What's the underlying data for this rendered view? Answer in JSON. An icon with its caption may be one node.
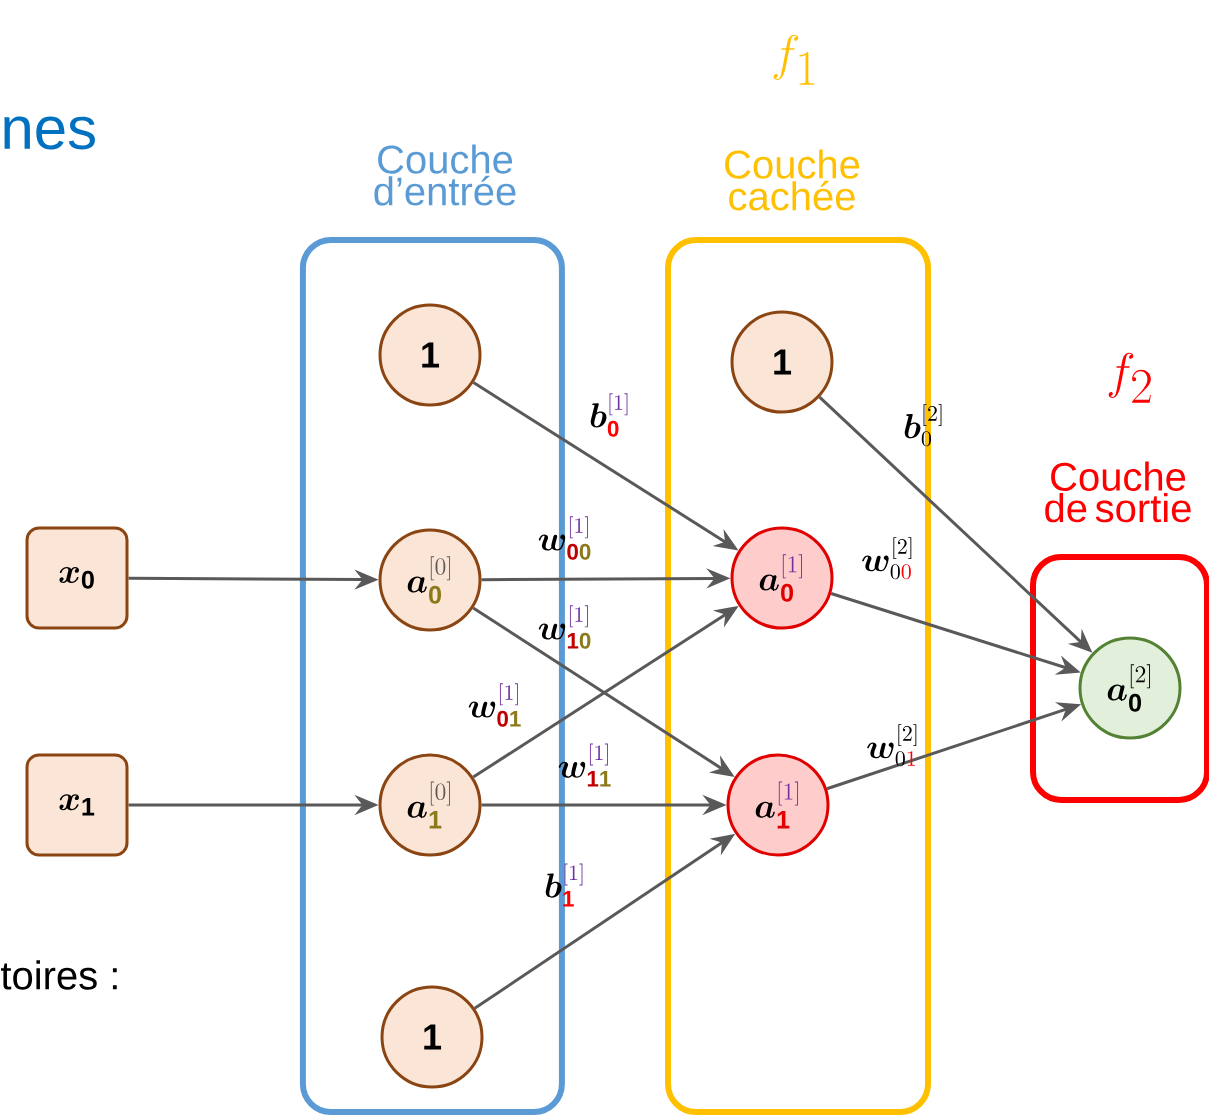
{
  "diagram": {
    "nodes": [
      {
        "text": [
          "Couche d’entrée"
        ]
      },
      {
        "text": [
          "f_{1}",
          "Couche cachée"
        ]
      },
      {
        "text": [
          "f_{2}",
          "Couche de sortie"
        ]
      },
      {
        "text": [
          "\\boldsymbol{x}_{\\mathbf{0}}"
        ]
      },
      {
        "text": [
          "\\boldsymbol{x}_{\\mathbf{1}}"
        ]
      },
      {
        "text": [
          "\\mathbf{1}"
        ],
        "in": 0
      },
      {
        "text": [
          "\\boldsymbol{a}^{\\textcolor[HTML]{595959}{[0]}}_{\\textcolor[HTML]{8B7A1A}{\\mathbf{0}}}"
        ],
        "in": 0
      },
      {
        "text": [
          "\\boldsymbol{a}^{\\textcolor[HTML]{595959}{[0]}}_{\\textcolor[HTML]{8B7A1A}{\\mathbf{1}}}"
        ],
        "in": 0
      },
      {
        "text": [
          "\\mathbf{1}"
        ],
        "in": 0
      },
      {
        "text": [
          "\\mathbf{1}"
        ],
        "in": 1
      },
      {
        "text": [
          "\\boldsymbol{a}^{\\textcolor[HTML]{7030A0}{[1]}}_{\\textcolor[HTML]{E00000}{\\mathbf{0}}}"
        ],
        "in": 1
      },
      {
        "text": [
          "\\boldsymbol{a}^{\\textcolor[HTML]{7030A0}{[1]}}_{\\textcolor[HTML]{E00000}{\\mathbf{1}}}"
        ],
        "in": 1
      },
      {
        "text": [
          "\\boldsymbol{a}^{[2]}_{\\mathbf{0}}"
        ],
        "in": 2
      }
    ],
    "edges": [
      {
        "from": 3,
        "to": 6,
        "arrow": "to"
      },
      {
        "from": 4,
        "to": 7,
        "arrow": "to"
      },
      {
        "from": 5,
        "to": 10,
        "arrow": "to",
        "label": "\\boldsymbol{b}^{\\textcolor[HTML]{7030A0}{[1]}}_{\\textcolor{red}{\\mathbf{0}}}"
      },
      {
        "from": 6,
        "to": 10,
        "arrow": "to",
        "label": "\\boldsymbol{w}^{\\textcolor[HTML]{7030A0}{[1]}}_{\\textcolor[HTML]{C00000}{\\mathbf{0}}\\textcolor[HTML]{8B7A1A}{\\mathbf{0}}}"
      },
      {
        "from": 6,
        "to": 11,
        "arrow": "to",
        "label": "\\boldsymbol{w}^{\\textcolor[HTML]{7030A0}{[1]}}_{\\textcolor[HTML]{C00000}{\\mathbf{1}}\\textcolor[HTML]{8B7A1A}{\\mathbf{0}}}"
      },
      {
        "from": 7,
        "to": 10,
        "arrow": "to",
        "label": "\\boldsymbol{w}^{\\textcolor[HTML]{7030A0}{[1]}}_{\\textcolor[HTML]{C00000}{\\mathbf{0}}\\textcolor[HTML]{8B7A1A}{\\mathbf{1}}}"
      },
      {
        "from": 7,
        "to": 11,
        "arrow": "to",
        "label": "\\boldsymbol{w}^{\\textcolor[HTML]{7030A0}{[1]}}_{\\textcolor[HTML]{C00000}{\\mathbf{1}}\\textcolor[HTML]{8B7A1A}{\\mathbf{1}}}"
      },
      {
        "from": 8,
        "to": 11,
        "arrow": "to",
        "label": "\\boldsymbol{b}^{\\textcolor[HTML]{7030A0}{[1]}}_{\\textcolor{red}{\\mathbf{1}}}"
      },
      {
        "from": 9,
        "to": 12,
        "arrow": "to",
        "label": "\\boldsymbol{b}^{[2]}_{0}"
      },
      {
        "from": 10,
        "to": 12,
        "arrow": "to",
        "label": "\\boldsymbol{w}^{[2]}_{0\\textcolor{red}{0}}"
      },
      {
        "from": 11,
        "to": 12,
        "arrow": "to",
        "label": "\\boldsymbol{w}^{[2]}_{0\\textcolor{red}{1}}"
      }
    ],
    "labels": [
      "nes",
      "toires :"
    ]
  }
}
